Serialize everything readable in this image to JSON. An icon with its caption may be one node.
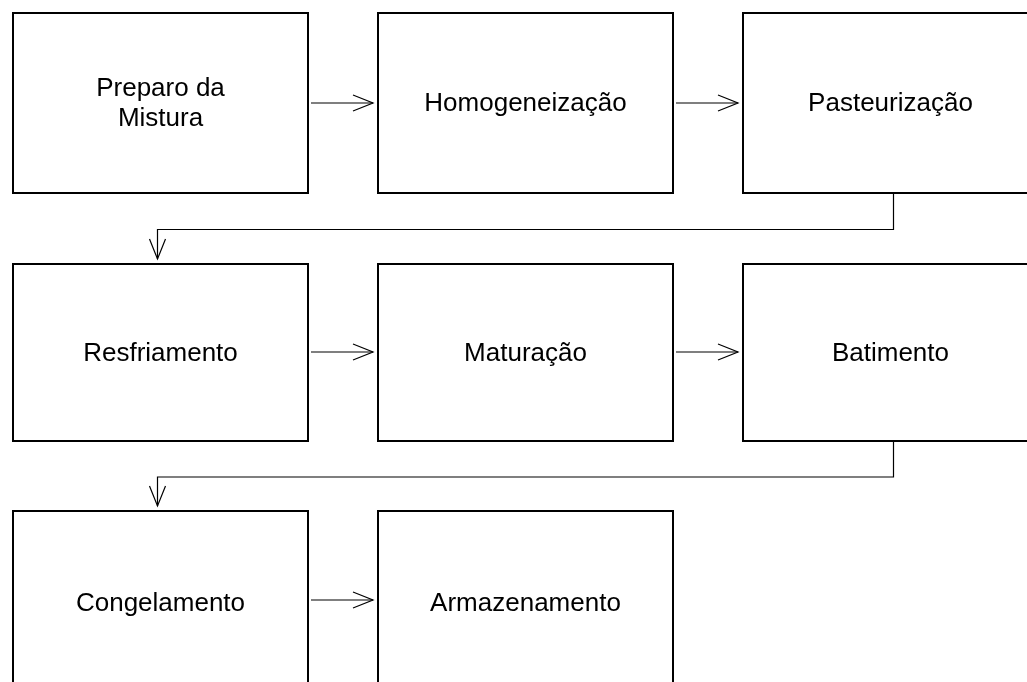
{
  "diagram": {
    "nodes": [
      {
        "text": [
          "Preparo da Mistura"
        ]
      },
      {
        "text": [
          "Homogeneização"
        ]
      },
      {
        "text": [
          "Pasteurização"
        ]
      },
      {
        "text": [
          "Resfriamento"
        ]
      },
      {
        "text": [
          "Maturação"
        ]
      },
      {
        "text": [
          "Batimento"
        ]
      },
      {
        "text": [
          "Congelamento"
        ]
      },
      {
        "text": [
          "Armazenamento"
        ]
      }
    ],
    "edges": [
      {
        "from": 0,
        "to": 1,
        "arrow": "to"
      },
      {
        "from": 1,
        "to": 2,
        "arrow": "to"
      },
      {
        "from": 2,
        "to": 3,
        "arrow": "to"
      },
      {
        "from": 3,
        "to": 4,
        "arrow": "to"
      },
      {
        "from": 4,
        "to": 5,
        "arrow": "to"
      },
      {
        "from": 5,
        "to": 6,
        "arrow": "to"
      },
      {
        "from": 6,
        "to": 7,
        "arrow": "to"
      }
    ]
  }
}
